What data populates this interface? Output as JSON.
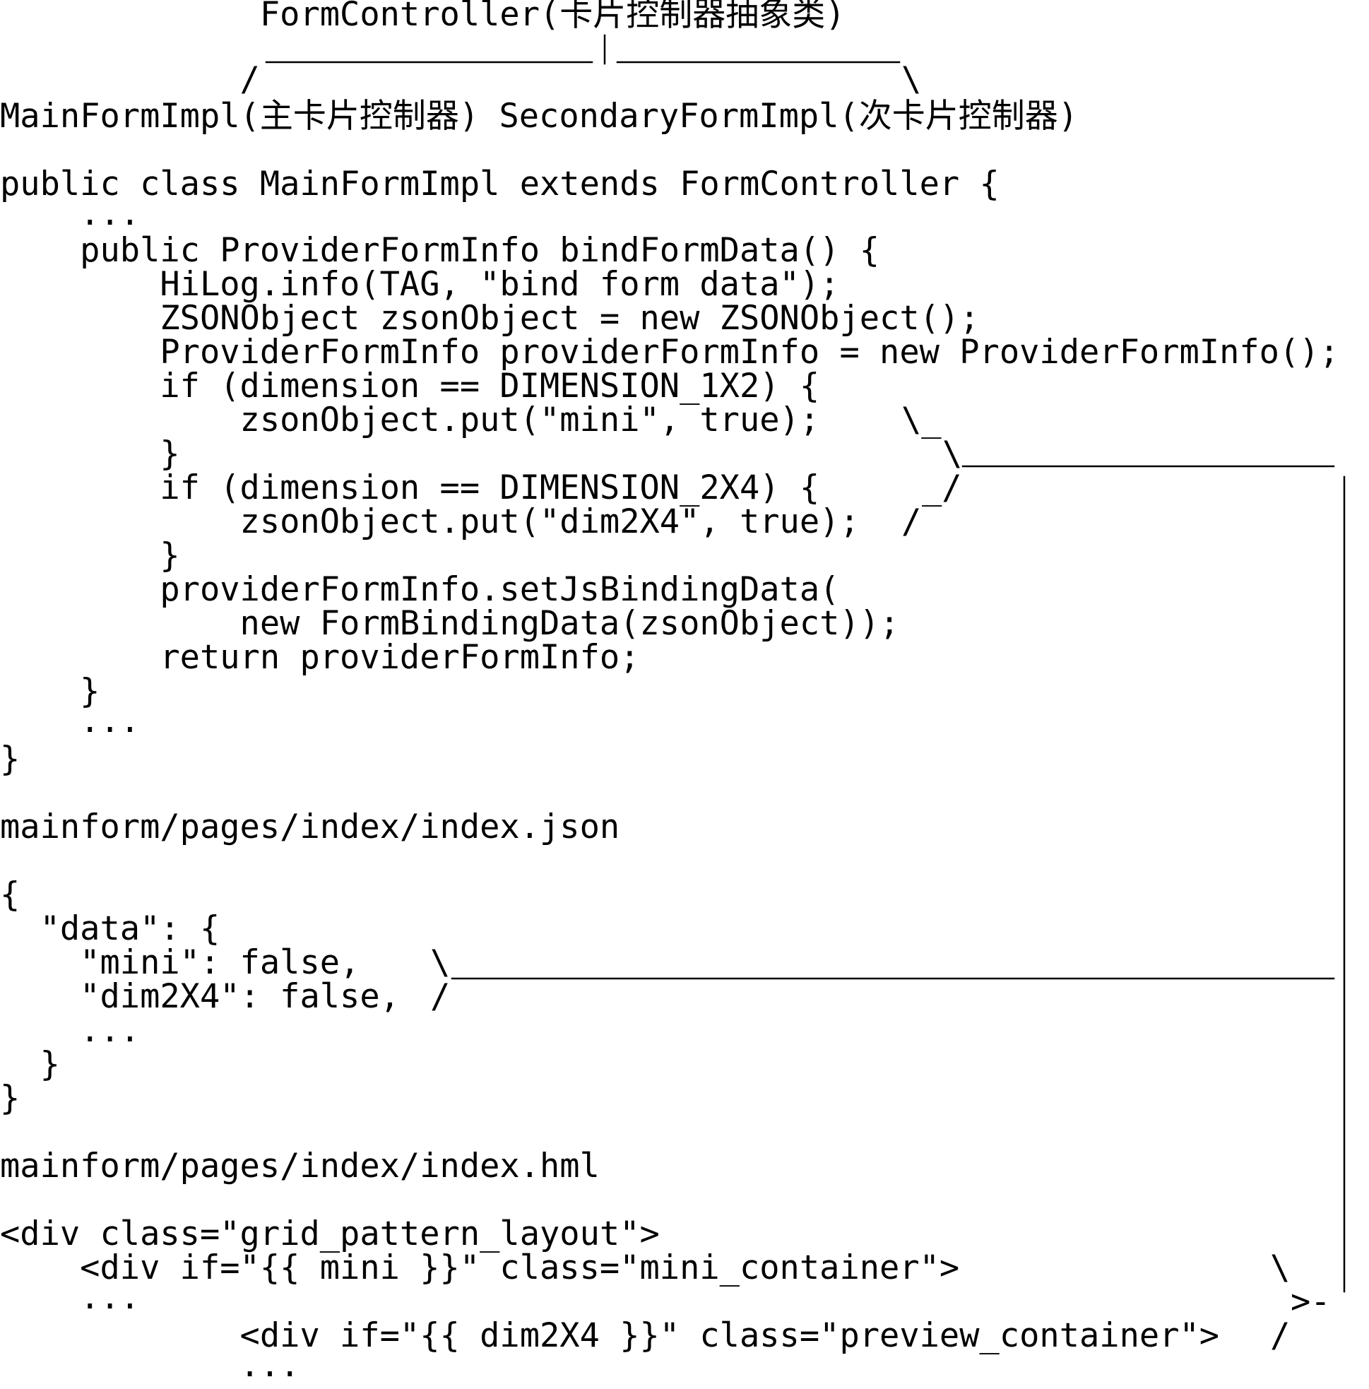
{
  "lines": [
    {
      "id": "hier-root",
      "text": "             FormController(卡片控制器抽象类)"
    },
    {
      "id": "hier-branch-left",
      "text": "            /"
    },
    {
      "id": "hier-branch-right",
      "text": "\\"
    },
    {
      "id": "hier-children",
      "text": "MainFormImpl(主卡片控制器) SecondaryFormImpl(次卡片控制器)"
    },
    {
      "id": "java-class",
      "text": "public class MainFormImpl extends FormController {"
    },
    {
      "id": "java-ellipsis-1",
      "text": "    ..."
    },
    {
      "id": "java-method",
      "text": "    public ProviderFormInfo bindFormData() {"
    },
    {
      "id": "java-log",
      "text": "        HiLog.info(TAG, \"bind form data\");"
    },
    {
      "id": "java-zson",
      "text": "        ZSONObject zsonObject = new ZSONObject();"
    },
    {
      "id": "java-provider",
      "text": "        ProviderFormInfo providerFormInfo = new ProviderFormInfo();"
    },
    {
      "id": "java-if-1x2",
      "text": "        if (dimension == DIMENSION_1X2) {"
    },
    {
      "id": "java-put-mini",
      "text": "            zsonObject.put(\"mini\", true);"
    },
    {
      "id": "java-brace-1",
      "text": "        }"
    },
    {
      "id": "java-if-2x4",
      "text": "        if (dimension == DIMENSION_2X4) {"
    },
    {
      "id": "java-put-dim",
      "text": "            zsonObject.put(\"dim2X4\", true);"
    },
    {
      "id": "java-brace-2",
      "text": "        }"
    },
    {
      "id": "java-set",
      "text": "        providerFormInfo.setJsBindingData("
    },
    {
      "id": "java-new-binding",
      "text": "            new FormBindingData(zsonObject));"
    },
    {
      "id": "java-return",
      "text": "        return providerFormInfo;"
    },
    {
      "id": "java-method-end",
      "text": "    }"
    },
    {
      "id": "java-ellipsis-2",
      "text": "    ..."
    },
    {
      "id": "java-class-end",
      "text": "}"
    },
    {
      "id": "json-path",
      "text": "mainform/pages/index/index.json"
    },
    {
      "id": "json-open",
      "text": "{"
    },
    {
      "id": "json-data",
      "text": "  \"data\": {"
    },
    {
      "id": "json-mini",
      "text": "    \"mini\": false,"
    },
    {
      "id": "json-dim",
      "text": "    \"dim2X4\": false,"
    },
    {
      "id": "json-ellipsis",
      "text": "    ..."
    },
    {
      "id": "json-data-end",
      "text": "  }"
    },
    {
      "id": "json-close",
      "text": "}"
    },
    {
      "id": "hml-path",
      "text": "mainform/pages/index/index.hml"
    },
    {
      "id": "hml-grid",
      "text": "<div class=\"grid_pattern_layout\">"
    },
    {
      "id": "hml-mini",
      "text": "    <div if=\"{{ mini }}\" class=\"mini_container\">"
    },
    {
      "id": "hml-ellipsis-1",
      "text": "    ..."
    },
    {
      "id": "hml-preview",
      "text": "            <div if=\"{{ dim2X4 }}\" class=\"preview_container\">"
    },
    {
      "id": "hml-ellipsis-2",
      "text": "            ..."
    }
  ],
  "arrows": [
    {
      "id": "java-bracket-top",
      "text": "\\_"
    },
    {
      "id": "java-bracket-mid",
      "text": "\\"
    },
    {
      "id": "java-bracket-bot",
      "text": "_/"
    },
    {
      "id": "java-bracket-tail",
      "text": "/"
    },
    {
      "id": "json-bracket-top",
      "text": "\\"
    },
    {
      "id": "json-bracket-bot",
      "text": "/"
    },
    {
      "id": "hml-bracket-top",
      "text": "\\"
    },
    {
      "id": "hml-bracket-mid",
      "text": ">-"
    },
    {
      "id": "hml-bracket-bot",
      "text": "/"
    }
  ]
}
